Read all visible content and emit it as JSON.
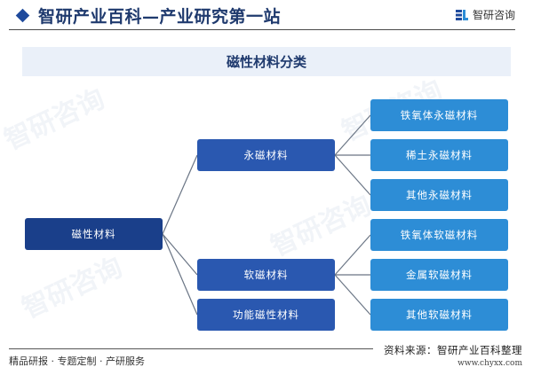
{
  "header": {
    "title": "智研产业百科—产业研究第一站",
    "brand": "智研咨询"
  },
  "banner": {
    "title": "磁性材料分类"
  },
  "tree": {
    "root": "磁性材料",
    "level1": [
      {
        "label": "永磁材料",
        "children": [
          "铁氧体永磁材料",
          "稀土永磁材料",
          "其他永磁材料"
        ]
      },
      {
        "label": "软磁材料",
        "children": [
          "铁氧体软磁材料",
          "金属软磁材料",
          "其他软磁材料"
        ]
      },
      {
        "label": "功能磁性材料",
        "children": []
      }
    ]
  },
  "colors": {
    "root": "#1a3f8a",
    "level1": "#2a58b0",
    "level2": "#2d8dd6",
    "banner_bg": "#eaf0f9",
    "title": "#1f3a6e"
  },
  "watermark": "智研咨询",
  "footer": {
    "left": "精品研报 · 专题定制 · 产研服务",
    "source": "资料来源：智研产业百科整理",
    "url": "www.chyxx.com"
  }
}
